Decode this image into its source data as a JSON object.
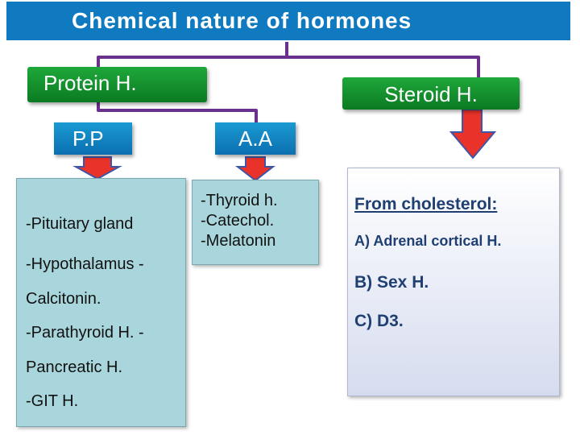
{
  "title": "Chemical nature of hormones",
  "protein": "Protein  H.",
  "steroid": "Steroid H.",
  "pp": "P.P",
  "aa": "A.A",
  "left_items": [
    "-Pituitary gland",
    "-Hypothalamus  -",
    "Calcitonin.",
    "-Parathyroid H. -",
    "Pancreatic  H.",
    "-GIT  H."
  ],
  "mid_items": [
    "-Thyroid h.",
    "-Catechol.",
    "-Melatonin"
  ],
  "right_heading": "From cholesterol: ",
  "right_items": [
    "A) Adrenal cortical H.",
    "B) Sex H.",
    "C) D3."
  ],
  "colors": {
    "title_bg": "#0f7ac0",
    "green": "#1a9a36",
    "blue": "#1184c6",
    "connector": "#6b2f8e",
    "arrow": "#e8322a",
    "arrow_border": "#3f56a8"
  }
}
